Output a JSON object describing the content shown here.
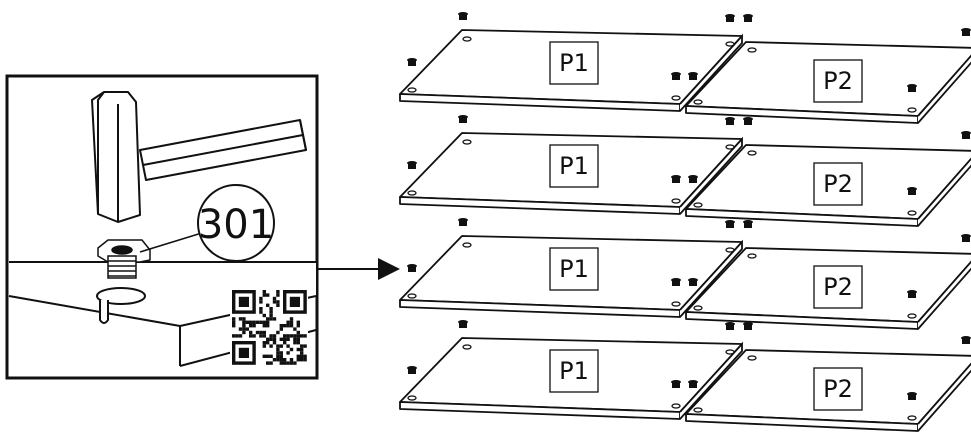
{
  "part_number": "301",
  "panel_labels": {
    "left": "P1",
    "right": "P2"
  },
  "panel_rows": 4,
  "colors": {
    "ink": "#111111",
    "background": "#ffffff"
  },
  "icons": [
    "hammer-icon",
    "cam-lock-fitting-icon",
    "qr-code-icon",
    "arrow-right-icon",
    "cam-fitting-icon"
  ]
}
